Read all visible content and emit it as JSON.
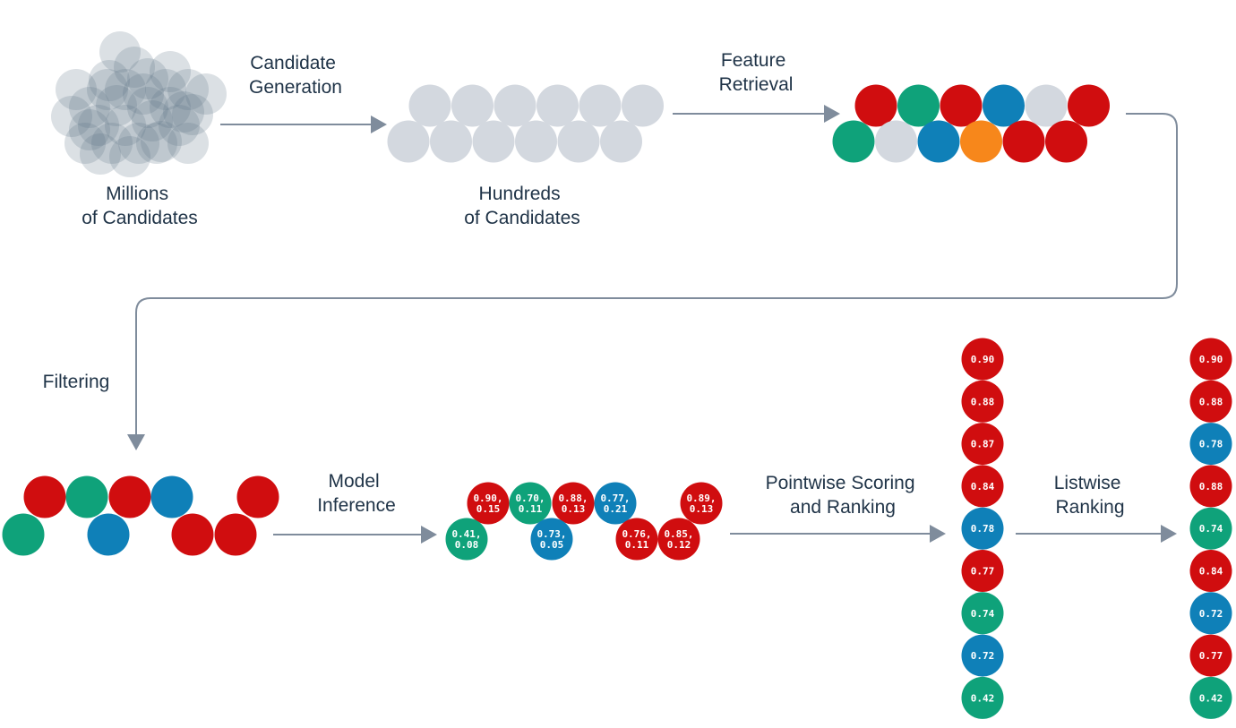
{
  "colors": {
    "red": "#d00d0f",
    "green": "#0fa27a",
    "blue": "#0f80b8",
    "orange": "#f7871b",
    "gray": "#d3d8df",
    "dark": "#5d7084",
    "text": "#1f3347",
    "arrow": "#7f8c9c"
  },
  "labels": {
    "candidate_generation": [
      "Candidate",
      "Generation"
    ],
    "millions": [
      "Millions",
      "of Candidates"
    ],
    "hundreds": [
      "Hundreds",
      "of Candidates"
    ],
    "feature_retrieval": [
      "Feature",
      "Retrieval"
    ],
    "filtering": [
      "Filtering"
    ],
    "model_inference": [
      "Model",
      "Inference"
    ],
    "pointwise": [
      "Pointwise Scoring",
      "and Ranking"
    ],
    "listwise": [
      "Listwise",
      "Ranking"
    ]
  },
  "feature_retrieval_colors": {
    "top": [
      "red",
      "green",
      "red",
      "blue",
      "gray",
      "red"
    ],
    "bottom": [
      "green",
      "gray",
      "blue",
      "orange",
      "red",
      "red"
    ]
  },
  "filtered_colors": {
    "top": [
      "red",
      "green",
      "red",
      "blue",
      "red"
    ],
    "bottom": [
      "green",
      "blue",
      "red",
      "red"
    ]
  },
  "model_inference": [
    {
      "color": "red",
      "lines": [
        "0.90,",
        "0.15"
      ]
    },
    {
      "color": "green",
      "lines": [
        "0.70,",
        "0.11"
      ]
    },
    {
      "color": "red",
      "lines": [
        "0.88,",
        "0.13"
      ]
    },
    {
      "color": "blue",
      "lines": [
        "0.77,",
        "0.21"
      ]
    },
    {
      "color": "red",
      "lines": [
        "0.89,",
        "0.13"
      ]
    },
    {
      "color": "green",
      "lines": [
        "0.41,",
        "0.08"
      ]
    },
    {
      "color": "blue",
      "lines": [
        "0.73,",
        "0.05"
      ]
    },
    {
      "color": "red",
      "lines": [
        "0.76,",
        "0.11"
      ]
    },
    {
      "color": "red",
      "lines": [
        "0.85,",
        "0.12"
      ]
    }
  ],
  "pointwise_ranking": [
    {
      "color": "red",
      "score": "0.90"
    },
    {
      "color": "red",
      "score": "0.88"
    },
    {
      "color": "red",
      "score": "0.87"
    },
    {
      "color": "red",
      "score": "0.84"
    },
    {
      "color": "blue",
      "score": "0.78"
    },
    {
      "color": "red",
      "score": "0.77"
    },
    {
      "color": "green",
      "score": "0.74"
    },
    {
      "color": "blue",
      "score": "0.72"
    },
    {
      "color": "green",
      "score": "0.42"
    }
  ],
  "listwise_ranking": [
    {
      "color": "red",
      "score": "0.90"
    },
    {
      "color": "red",
      "score": "0.88"
    },
    {
      "color": "blue",
      "score": "0.78"
    },
    {
      "color": "red",
      "score": "0.88"
    },
    {
      "color": "green",
      "score": "0.74"
    },
    {
      "color": "red",
      "score": "0.84"
    },
    {
      "color": "blue",
      "score": "0.72"
    },
    {
      "color": "red",
      "score": "0.77"
    },
    {
      "color": "green",
      "score": "0.42"
    }
  ]
}
